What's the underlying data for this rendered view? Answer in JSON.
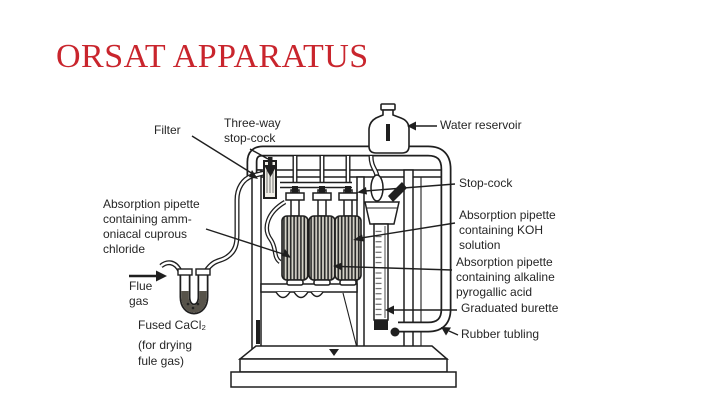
{
  "slide": {
    "title": "ORSAT APPARATUS",
    "title_color": "#c9252d",
    "background_color": "#ffffff",
    "ink_color": "#1f1f1f"
  },
  "diagram": {
    "labels": {
      "filter": {
        "lines": [
          "Filter"
        ]
      },
      "three_way_stopcock": {
        "lines": [
          "Three-way",
          "stop-cock"
        ]
      },
      "water_reservoir": {
        "lines": [
          "Water reservoir"
        ]
      },
      "stop_cock": {
        "lines": [
          "Stop-cock"
        ]
      },
      "pipette_cuprous": {
        "lines": [
          "Absorption pipette",
          "containing amm-",
          "oniacal cuprous",
          "chloride"
        ]
      },
      "flue_gas": {
        "lines": [
          "Flue",
          "gas"
        ]
      },
      "fused_cacl2": {
        "lines": [
          "Fused CaCl₂",
          "(for drying",
          "fule gas)"
        ]
      },
      "pipette_koh": {
        "lines": [
          "Absorption pipette",
          "containing KOH",
          "solution"
        ]
      },
      "pipette_pyrogallic": {
        "lines": [
          "Absorption pipette",
          "containing alkaline",
          "pyrogallic acid"
        ]
      },
      "graduated_burette": {
        "lines": [
          "Graduated burette"
        ]
      },
      "rubber_tubing": {
        "lines": [
          "Rubber tubling"
        ]
      }
    }
  }
}
